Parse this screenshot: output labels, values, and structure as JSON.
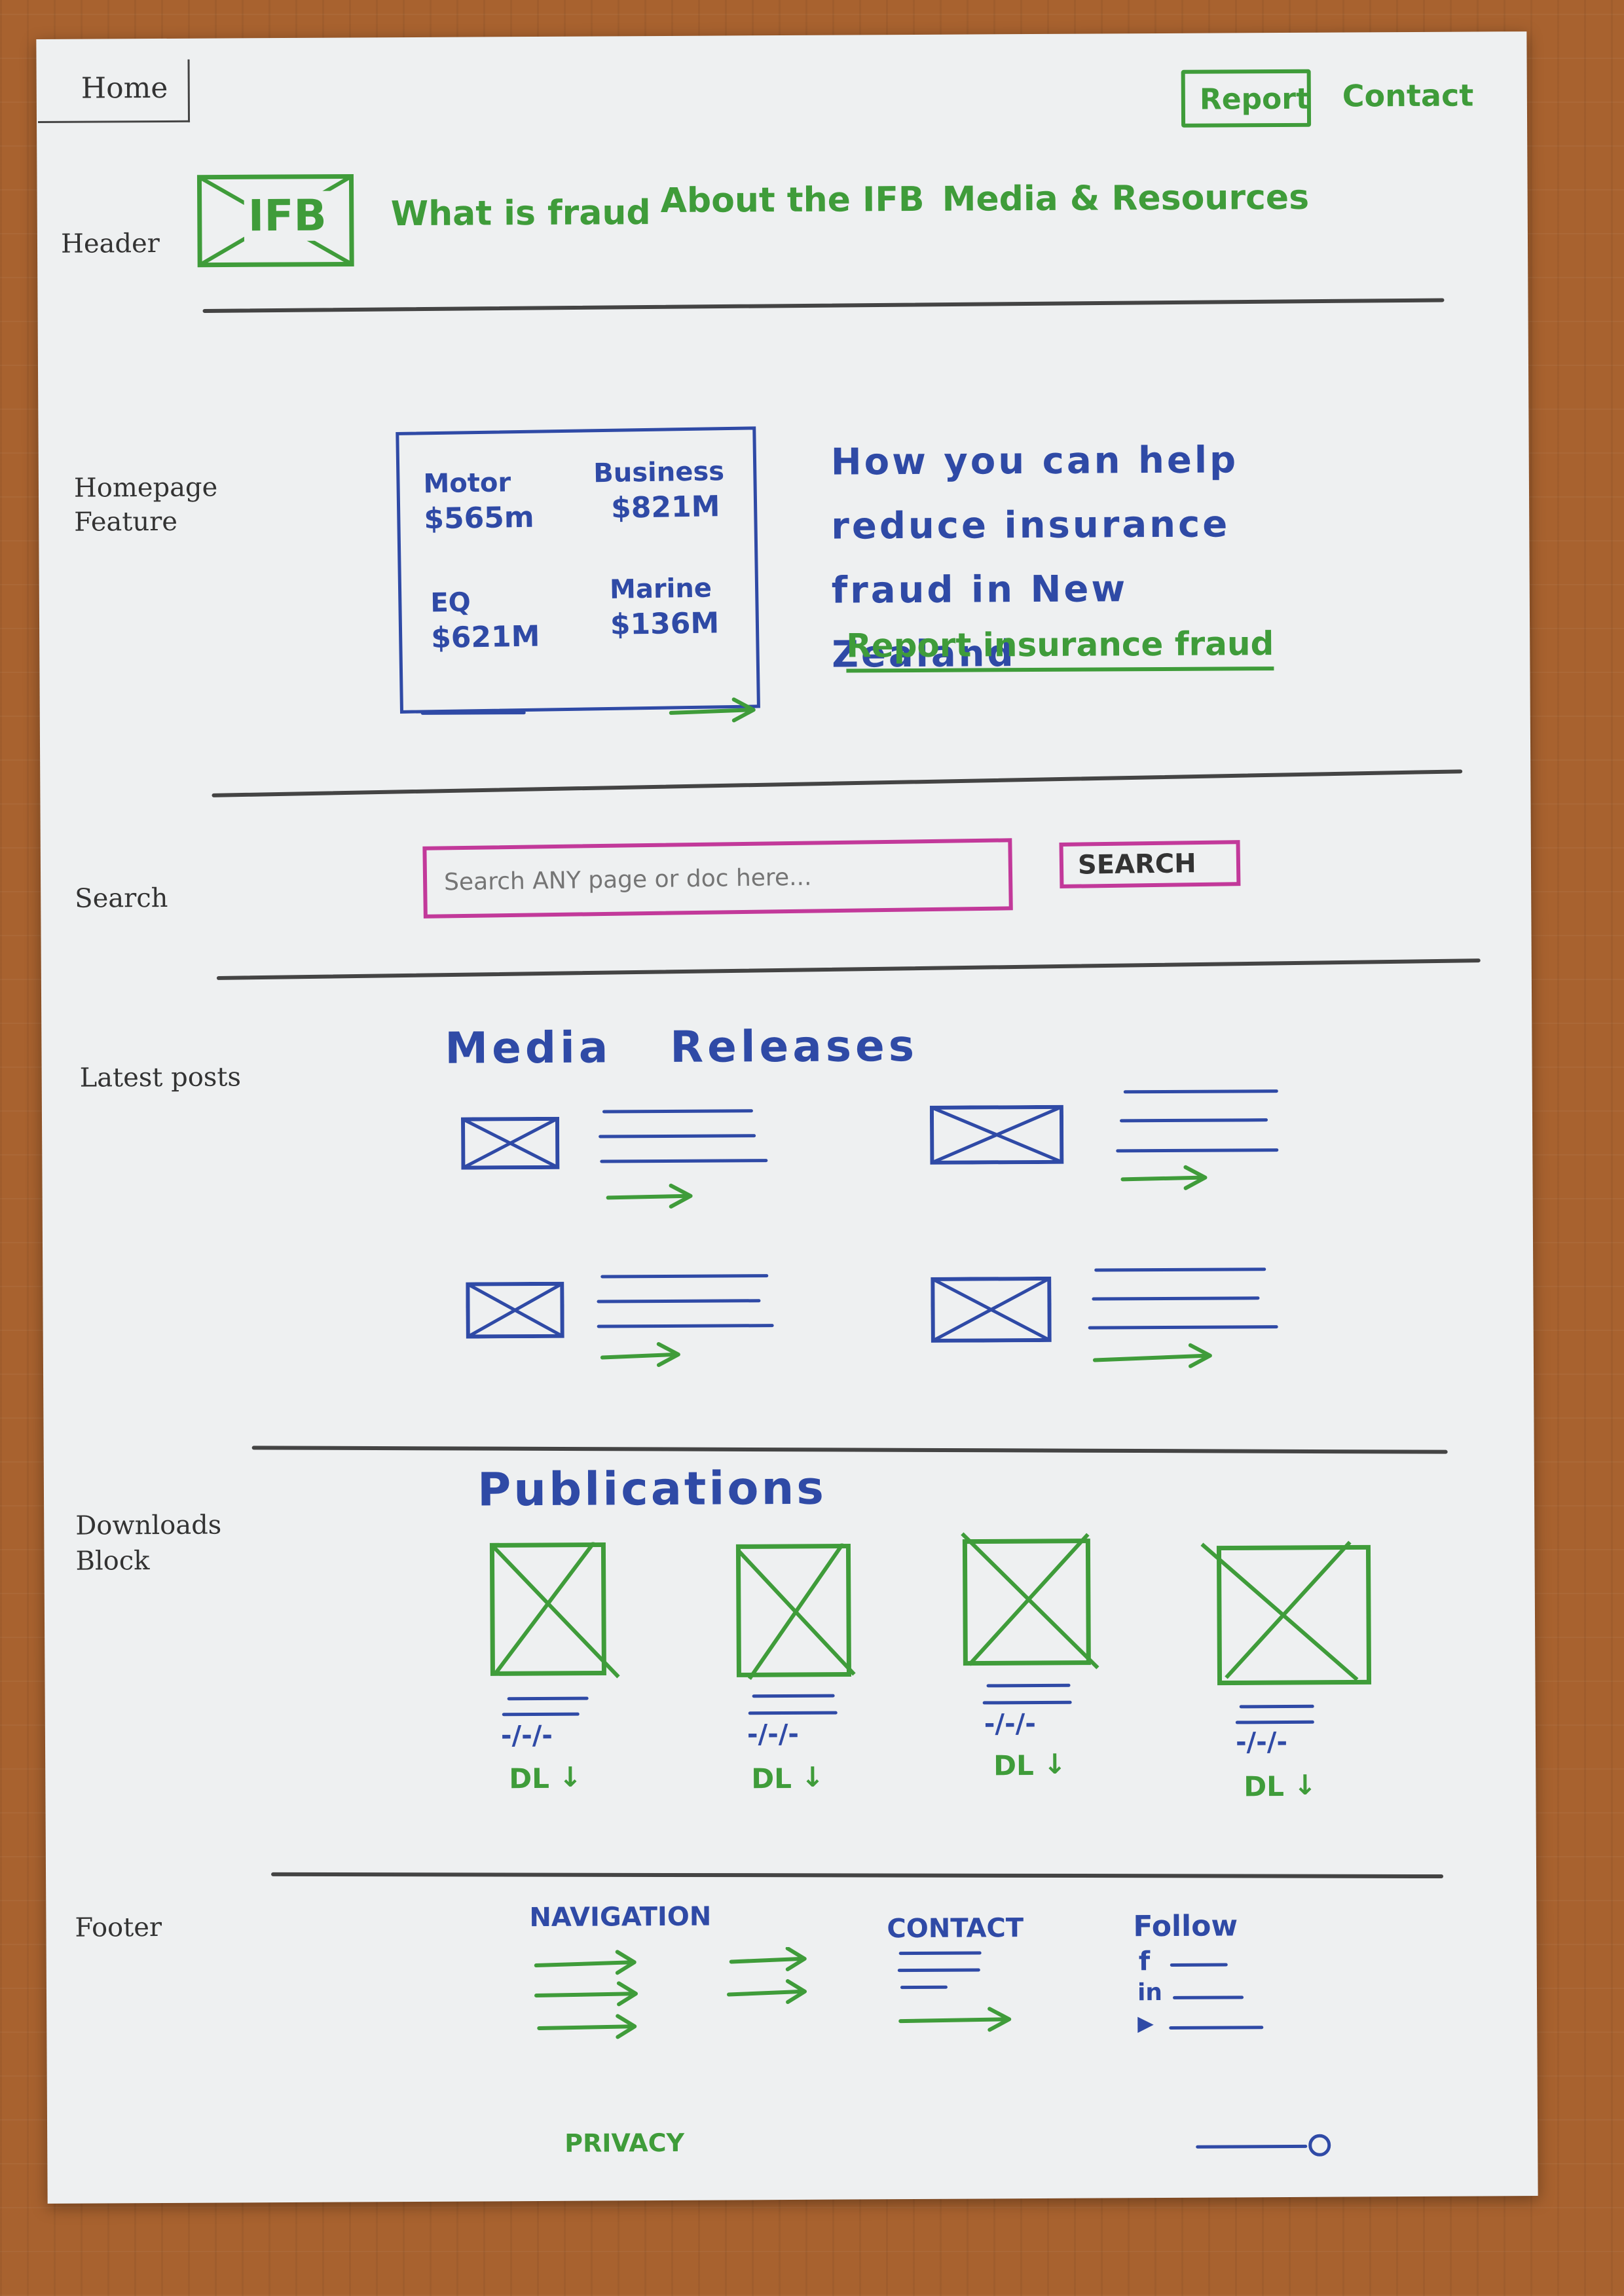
{
  "header": {
    "home_tab": "Home",
    "logo_text": "IFB",
    "nav": [
      "What is fraud",
      "About the IFB",
      "Media & Resources"
    ],
    "report_button": "Report",
    "contact_link": "Contact"
  },
  "section_labels": {
    "header": "Header",
    "homepage_feature": "Homepage Feature",
    "search": "Search",
    "latest_posts": "Latest posts",
    "downloads_block": "Downloads Block",
    "footer": "Footer"
  },
  "feature": {
    "stats": [
      {
        "label": "Motor",
        "value": "$565m"
      },
      {
        "label": "Business",
        "value": "$821M"
      },
      {
        "label": "EQ",
        "value": "$621M"
      },
      {
        "label": "Marine",
        "value": "$136M"
      }
    ],
    "headline": "How you can help reduce insurance fraud in New Zealand",
    "cta": "Report insurance fraud"
  },
  "search": {
    "placeholder": "Search ANY page or doc here...",
    "button": "SEARCH"
  },
  "media_releases": {
    "title": "Media Releases"
  },
  "publications": {
    "title": "Publications",
    "date_placeholder": "-/-/-",
    "download_label": "DL"
  },
  "footer": {
    "navigation_heading": "NAVIGATION",
    "contact_heading": "CONTACT",
    "follow_heading": "Follow",
    "social_icons": [
      "facebook-icon",
      "linkedin-icon",
      "youtube-icon"
    ],
    "privacy_link": "PRIVACY"
  },
  "colors": {
    "green": "#3f9c3a",
    "blue": "#2f4aa6",
    "magenta": "#c2399a",
    "dark": "#444444",
    "paper": "#eef0f1"
  }
}
